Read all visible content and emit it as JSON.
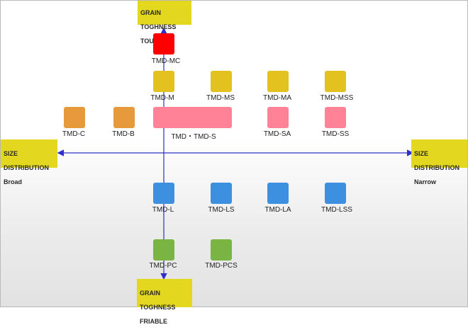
{
  "axes": {
    "top": {
      "line1": "GRAIN",
      "line2": "TOGHNESS",
      "line3": "TOUGH"
    },
    "bottom": {
      "line1": "GRAIN",
      "line2": "TOGHNESS",
      "line3": "FRIABLE"
    },
    "left": {
      "line1": "SIZE",
      "line2": "DISTRIBUTION",
      "line3": "Broad"
    },
    "right": {
      "line1": "SIZE",
      "line2": "DISTRIBUTION",
      "line3": "Narrow"
    }
  },
  "colors": {
    "red": "#ff0000",
    "yellow": "#e3c21f",
    "orange": "#e79a3c",
    "pink": "#ff8297",
    "blue": "#3d8fe0",
    "green": "#7ab544",
    "axis": "#2e2ec8",
    "label_bg": "#e3d71f"
  },
  "products": {
    "tmd_mc": {
      "label": "TMD-MC",
      "color": "red"
    },
    "tmd_m": {
      "label": "TMD-M",
      "color": "yellow"
    },
    "tmd_ms": {
      "label": "TMD-MS",
      "color": "yellow"
    },
    "tmd_ma": {
      "label": "TMD-MA",
      "color": "yellow"
    },
    "tmd_mss": {
      "label": "TMD-MSS",
      "color": "yellow"
    },
    "tmd_c": {
      "label": "TMD-C",
      "color": "orange"
    },
    "tmd_b": {
      "label": "TMD-B",
      "color": "orange"
    },
    "tmd_tmds": {
      "label": "TMD・TMD-S",
      "color": "pink"
    },
    "tmd_sa": {
      "label": "TMD-SA",
      "color": "pink"
    },
    "tmd_ss": {
      "label": "TMD-SS",
      "color": "pink"
    },
    "tmd_l": {
      "label": "TMD-L",
      "color": "blue"
    },
    "tmd_ls": {
      "label": "TMD-LS",
      "color": "blue"
    },
    "tmd_la": {
      "label": "TMD-LA",
      "color": "blue"
    },
    "tmd_lss": {
      "label": "TMD-LSS",
      "color": "blue"
    },
    "tmd_pc": {
      "label": "TMD-PC",
      "color": "green"
    },
    "tmd_pcs": {
      "label": "TMD-PCS",
      "color": "green"
    }
  }
}
